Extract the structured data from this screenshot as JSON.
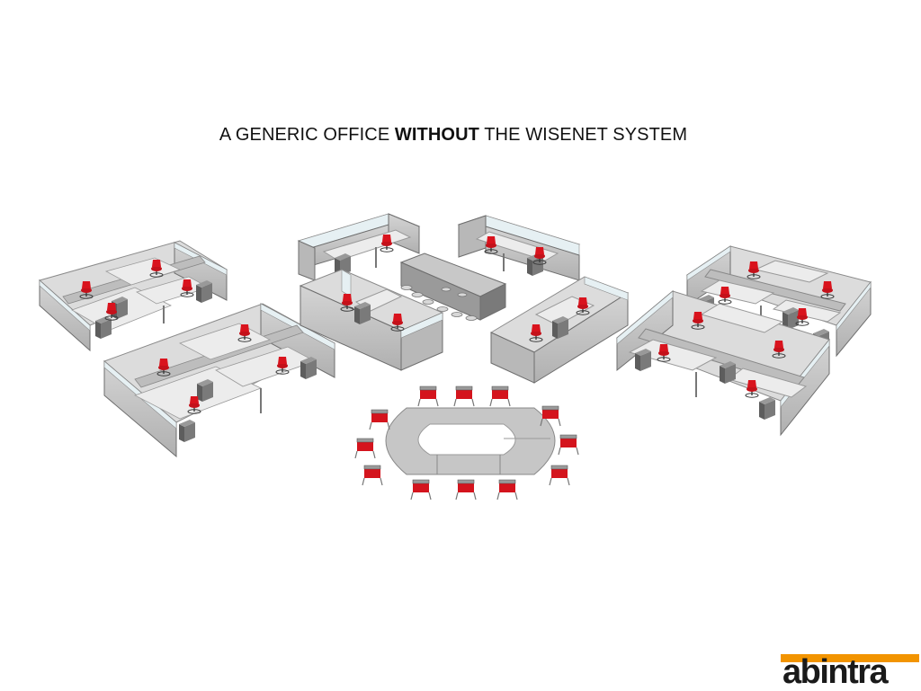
{
  "title": {
    "prefix": "A GENERIC OFFICE ",
    "emphasis": "WITHOUT",
    "suffix": " THE WISENET SYSTEM"
  },
  "logo": {
    "text": "abintra",
    "bar_color": "#f29400"
  },
  "colors": {
    "partition": "#c8c8c8",
    "partition_dark": "#8e8e8e",
    "partition_edge": "#6e6e6e",
    "glass": "#e6f0f3",
    "desk": "#d9d9d9",
    "desk_light": "#ebebeb",
    "chair": "#d0121b",
    "chair_frame": "#3a3a3a",
    "table_top": "#c6c6c6",
    "table_center": "#ffffff"
  }
}
